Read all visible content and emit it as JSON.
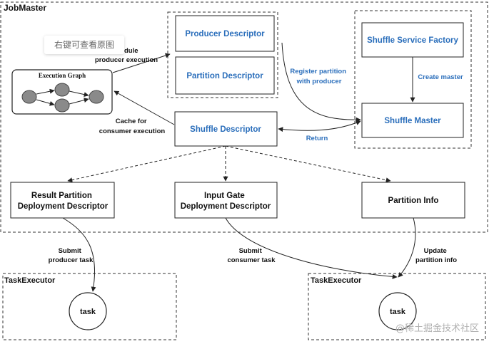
{
  "containers": {
    "jobmaster": "JobMaster",
    "taskexecutor_left": "TaskExecutor",
    "taskexecutor_right": "TaskExecutor"
  },
  "nodes": {
    "execution_graph": "Execution Graph",
    "producer_descriptor": "Producer Descriptor",
    "partition_descriptor": "Partition Descriptor",
    "shuffle_service_factory": "Shuffle Service Factory",
    "shuffle_master": "Shuffle Master",
    "shuffle_descriptor": "Shuffle Descriptor",
    "result_partition_dd": [
      "Result Partition",
      "Deployment Descriptor"
    ],
    "input_gate_dd": [
      "Input Gate",
      "Deployment Descriptor"
    ],
    "partition_info": "Partition Info",
    "task_left": "task",
    "task_right": "task"
  },
  "edges": {
    "schedule_producer": [
      "dule",
      "producer execution"
    ],
    "register_partition": [
      "Register partition",
      "with producer"
    ],
    "create_master": "Create master",
    "cache_consumer": [
      "Cache for",
      "consumer execution"
    ],
    "return": "Return",
    "submit_producer": [
      "Submit",
      "producer task"
    ],
    "submit_consumer": [
      "Submit",
      "consumer task"
    ],
    "update_partition": [
      "Update",
      "partition info"
    ]
  },
  "overlay": {
    "context_menu_hint": "右键可查看原图"
  },
  "watermark": "@稀土掘金技术社区",
  "colors": {
    "accent_text": "#2a6ebb",
    "stroke": "#222222",
    "graph_node": "#8a8a8a"
  }
}
